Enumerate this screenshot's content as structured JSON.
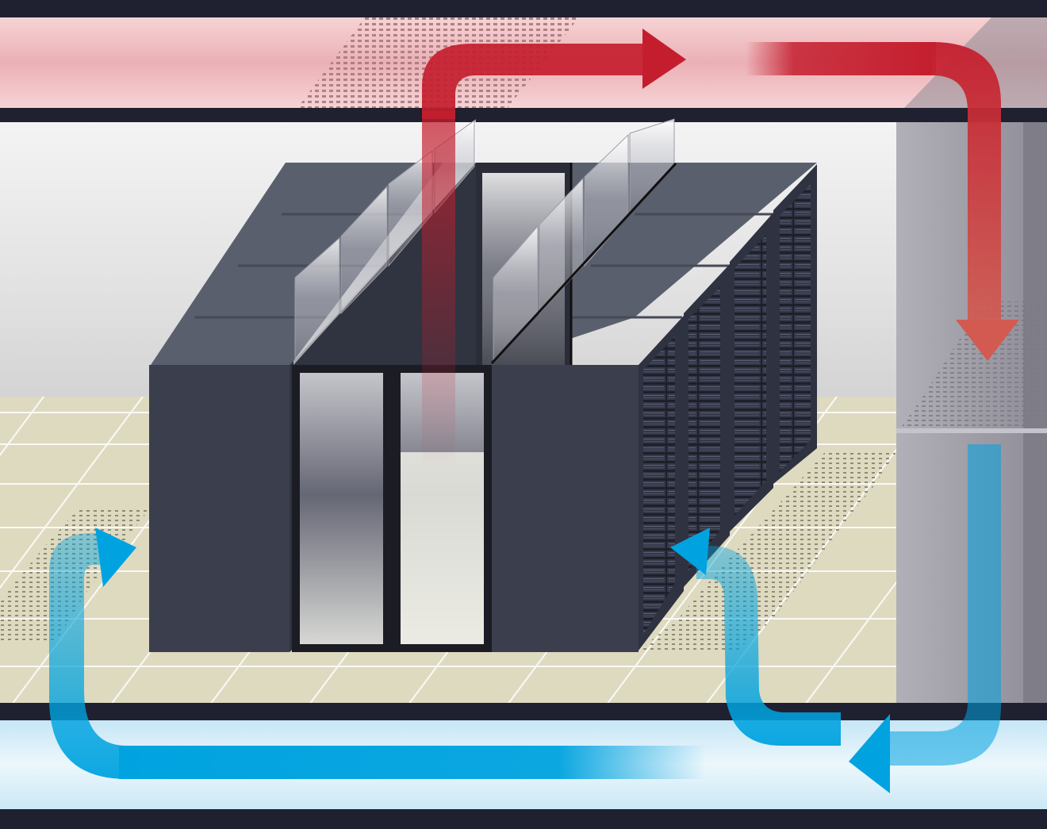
{
  "diagram": {
    "kind": "data-center-hot-aisle-containment-airflow",
    "labels": [],
    "colors": {
      "hot_air": "#c41e2e",
      "cold_air": "#00a3e0",
      "ceiling_plenum": "#f1c3c6",
      "floor_plenum": "#d6eef9",
      "floor_tile": "#dedac0",
      "rack": "#3b3f4d",
      "rack_top": "#5a5f6d",
      "crac_unit": "#9a98a2",
      "slab": "#1f2030",
      "room_wall": "#ebebeb"
    },
    "icons": {
      "hot_flow": "arrow-right-hot",
      "hot_return": "arrow-down-hot",
      "cold_supply_left": "arrow-up-cold",
      "cold_supply_right": "arrow-up-cold",
      "cold_return": "arrow-left-cold"
    },
    "rows": {
      "left_row_racks": 4,
      "right_row_racks": 4,
      "contained_aisle_doors": 2
    }
  }
}
